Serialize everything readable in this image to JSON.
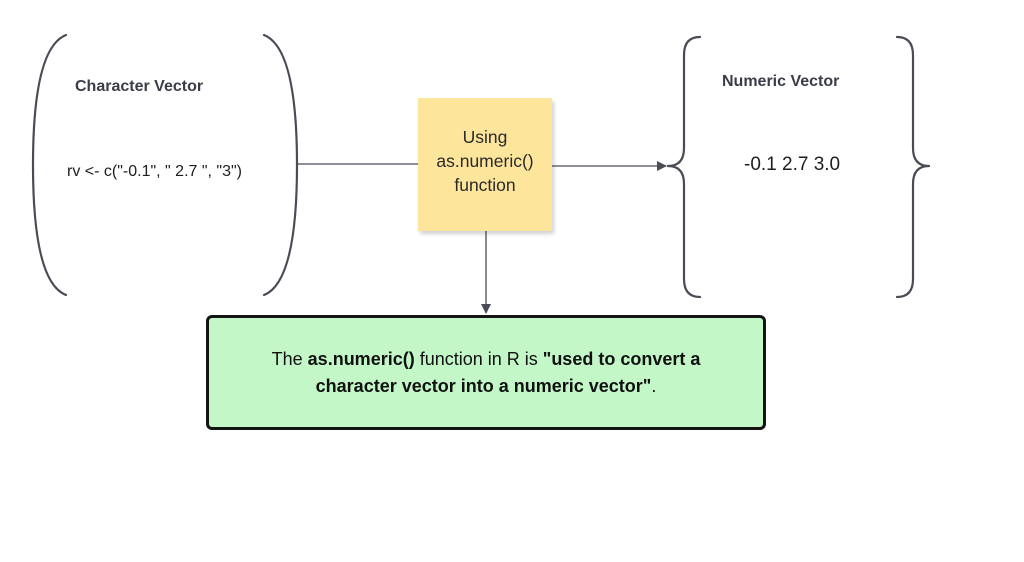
{
  "left_group": {
    "title": "Character Vector",
    "code": "rv <- c(\"-0.1\", \" 2.7 \", \"3\")"
  },
  "sticky_note": {
    "lines": [
      "Using",
      "as.numeric()",
      "function"
    ]
  },
  "right_group": {
    "title": "Numeric Vector",
    "values": "-0.1 2.7 3.0"
  },
  "callout": {
    "line1": {
      "prefix": "The ",
      "func": "as.numeric()",
      "middle": " function in R is ",
      "quote_start": "\"used to convert a"
    },
    "line2": {
      "quote_end": "character vector into a numeric vector\"",
      "suffix": "."
    }
  },
  "colors": {
    "sticky_fill": "#fde59b",
    "callout_fill": "#c3f7c7",
    "bracket_stroke": "#4a4c55",
    "connector_stroke": "#4a4c55"
  }
}
